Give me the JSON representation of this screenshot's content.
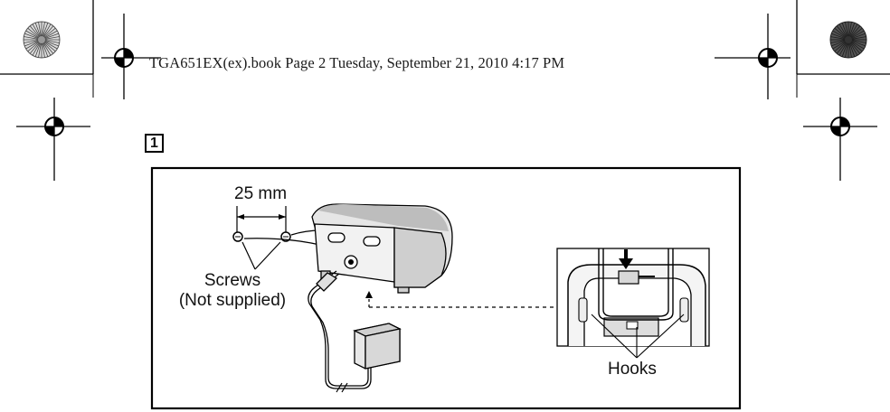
{
  "header": {
    "text": "TGA651EX(ex).book  Page 2  Tuesday, September 21, 2010  4:17 PM"
  },
  "step": {
    "number": "1"
  },
  "figure": {
    "dimension_label": "25 mm",
    "screws_label": "Screws",
    "screws_note": "(Not supplied)",
    "hooks_label": "Hooks"
  }
}
